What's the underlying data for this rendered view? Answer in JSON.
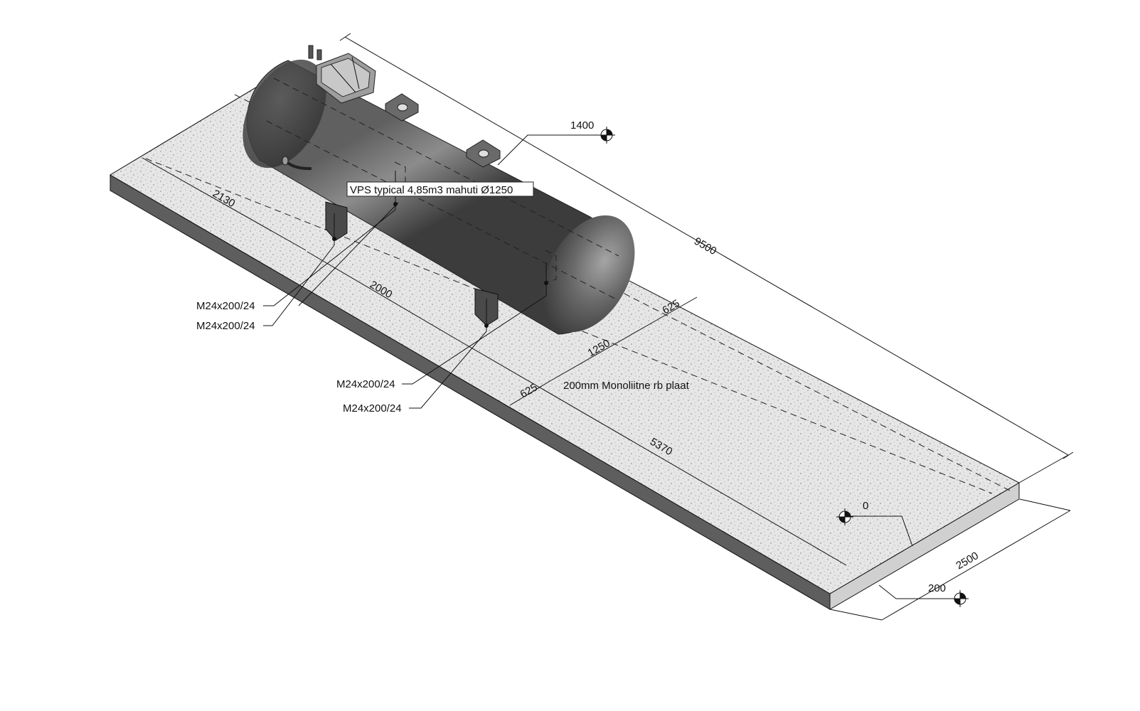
{
  "drawing": {
    "tank_label": "VPS typical 4,85m3 mahuti Ø1250",
    "slab_label": "200mm Monoliitne rb plaat",
    "anchor_labels": [
      "M24x200/24",
      "M24x200/24",
      "M24x200/24",
      "M24x200/24"
    ],
    "dimensions": {
      "overall_length": "9500",
      "slab_width": "2500",
      "slab_thickness": "200",
      "offset_end": "2130",
      "saddle_spacing": "2000",
      "anchor_width": "1250",
      "edge_a": "625",
      "edge_b": "625",
      "remaining_length": "5370"
    },
    "elevations": {
      "top_of_tank": "1400",
      "slab_top": "0",
      "slab_bottom": "200"
    }
  },
  "colors": {
    "concrete": "#e4e4e4",
    "concrete_side": "#bdbdbd",
    "concrete_front": "#6a6a6a",
    "tank_dark": "#3a3a3a",
    "tank_light": "#9a9a9a"
  }
}
